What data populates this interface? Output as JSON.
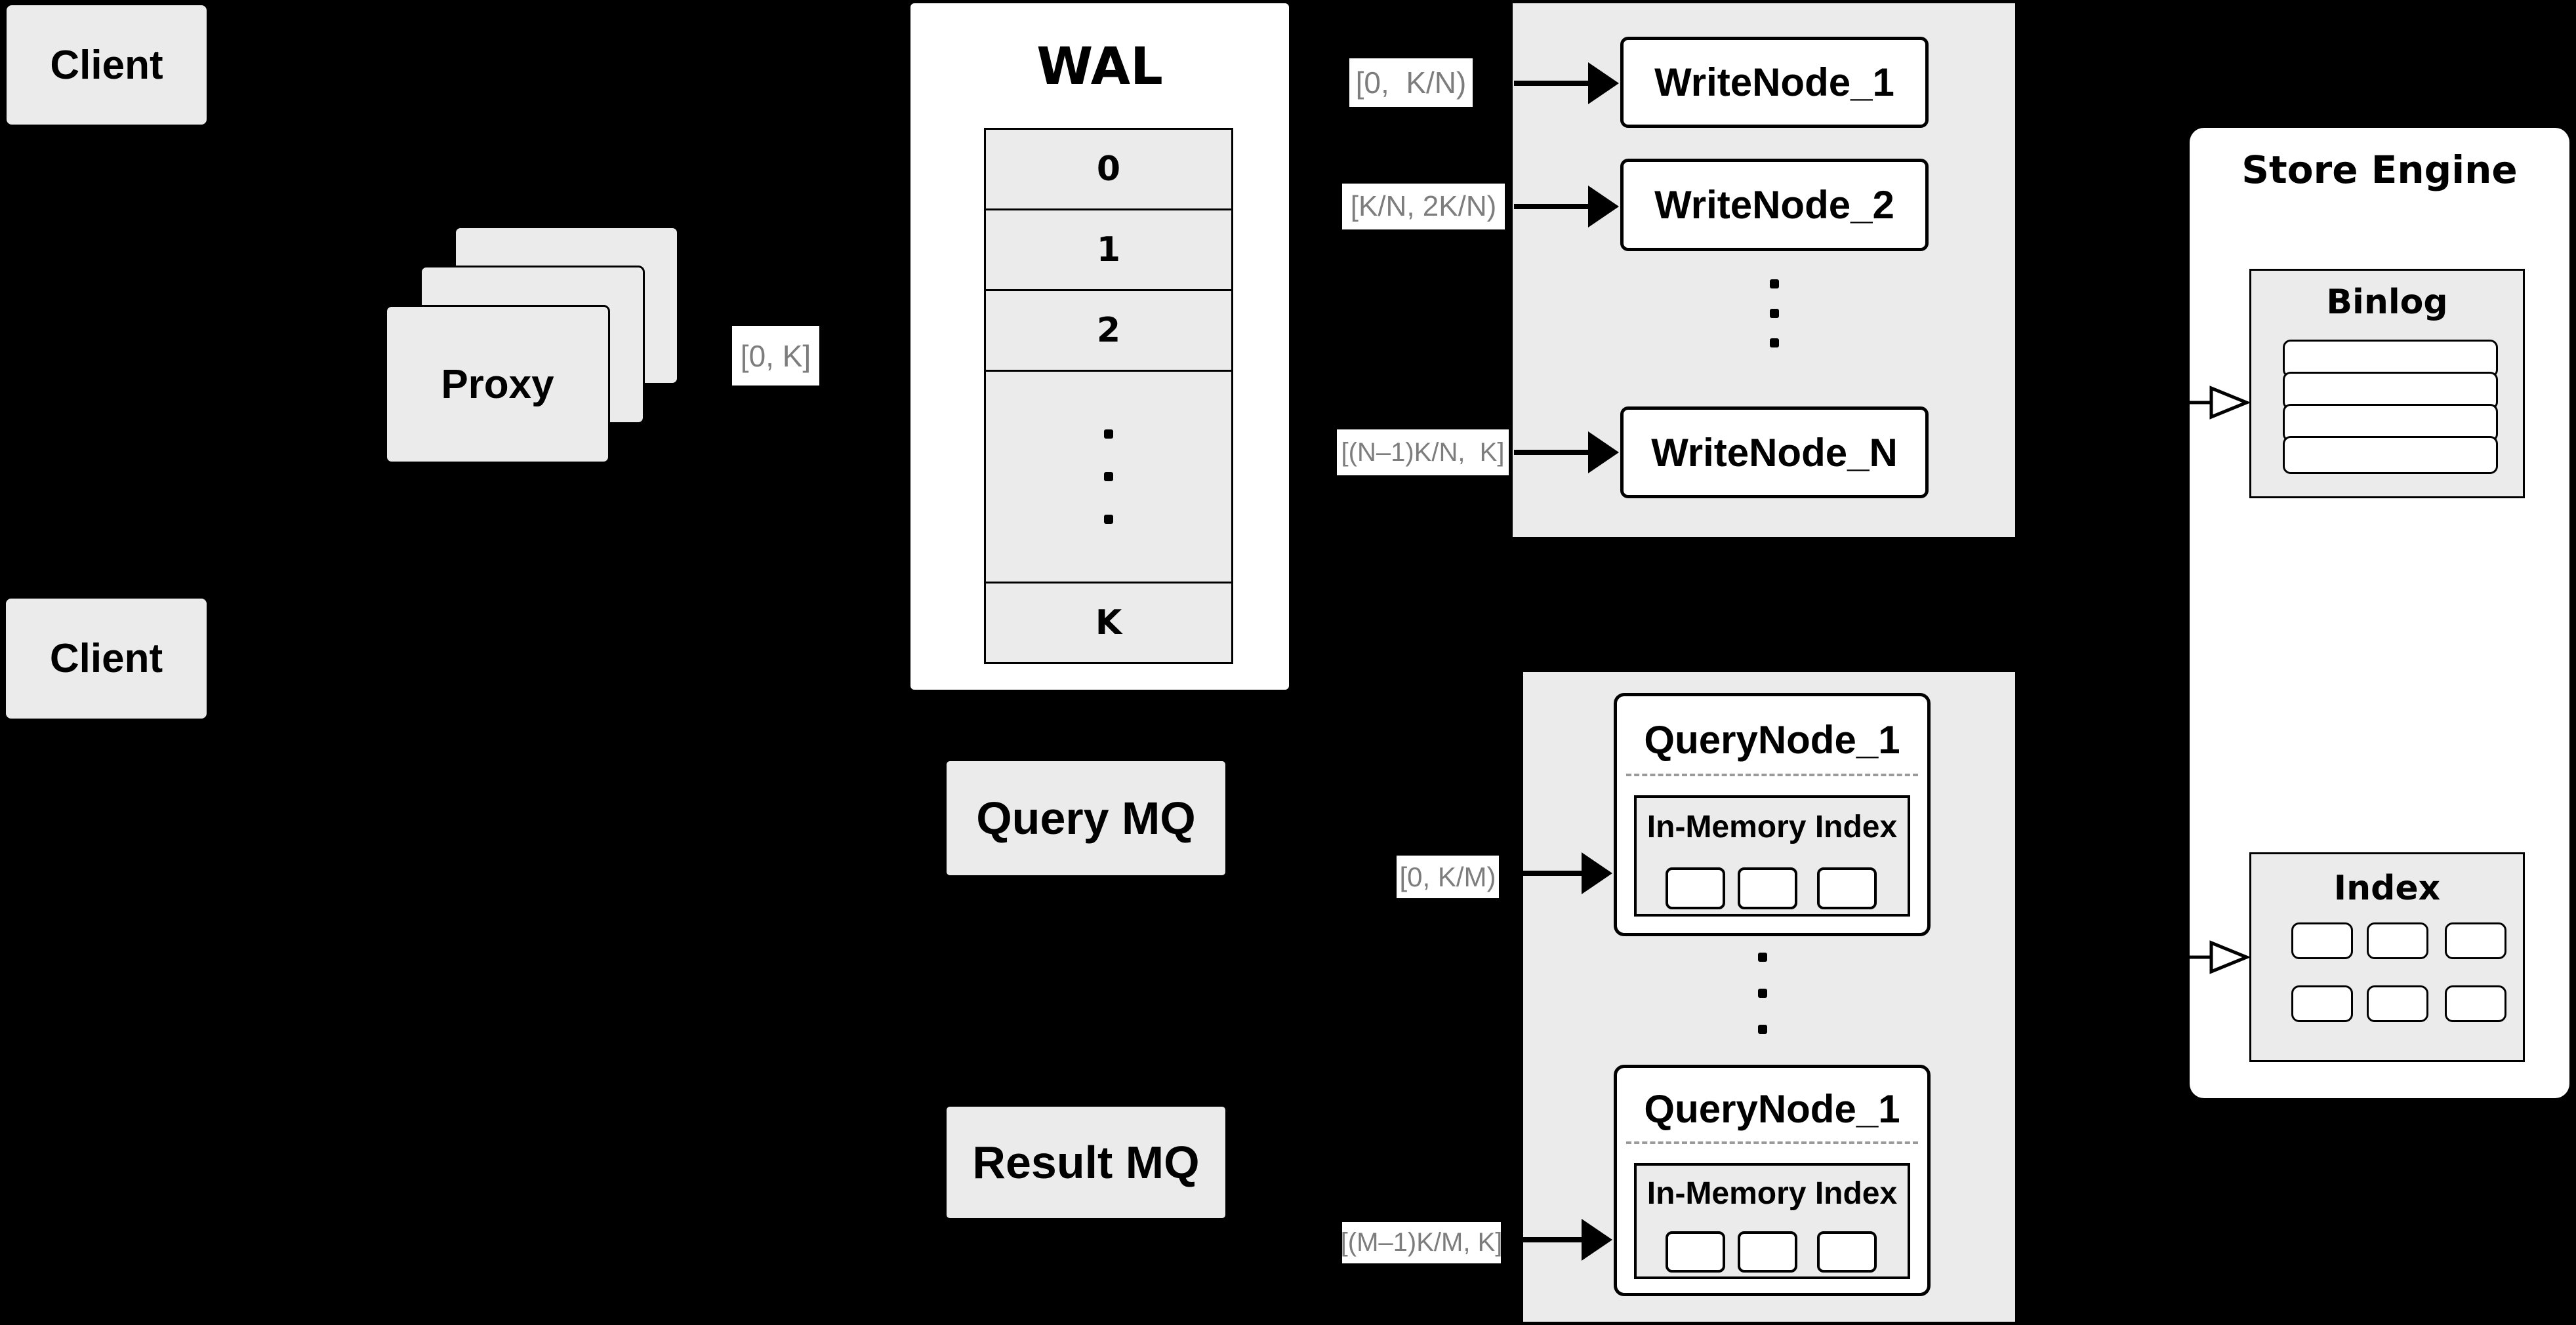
{
  "canvas": {
    "bg": "#000000"
  },
  "colors": {
    "box_gray": "#ebebeb",
    "white": "#ffffff",
    "black": "#000000",
    "range_text_gray": "#7d7d7d"
  },
  "clients": {
    "top_label": "Client",
    "bottom_label": "Client"
  },
  "proxy": {
    "label": "Proxy",
    "range_label": "[0, K]"
  },
  "wal": {
    "title": "WAL",
    "rows": [
      "0",
      "1",
      "2",
      "K"
    ]
  },
  "write_nodes": {
    "range_n1": "[0,  K/N)",
    "range_n2": "[K/N, 2K/N)",
    "range_nN": "[(N–1)K/N,  K]",
    "node_1": "WriteNode_1",
    "node_2": "WriteNode_2",
    "node_N": "WriteNode_N"
  },
  "query_nodes": {
    "range_top": "[0, K/M)",
    "range_bottom": "[(M–1)K/M, K]",
    "top_title": "QueryNode_1",
    "bottom_title": "QueryNode_1",
    "inmem_top": "In-Memory Index",
    "inmem_bottom": "In-Memory Index"
  },
  "mq": {
    "query": "Query MQ",
    "result": "Result MQ"
  },
  "store_engine": {
    "title": "Store Engine",
    "binlog_title": "Binlog",
    "index_title": "Index"
  }
}
